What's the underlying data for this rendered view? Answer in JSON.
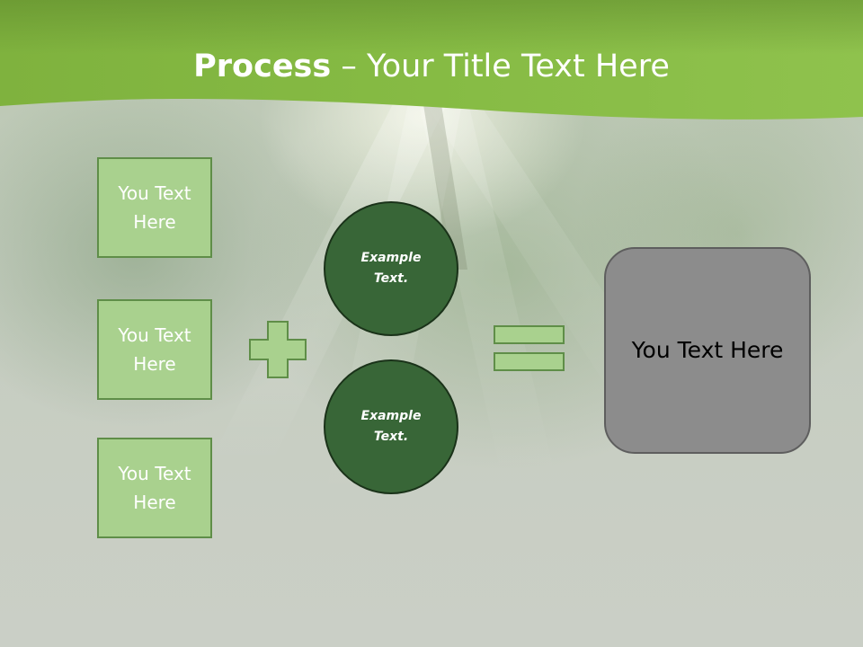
{
  "slide": {
    "title_bold": "Process",
    "title_rest": " – Your Title Text Here",
    "left_boxes": [
      {
        "text": "You Text Here"
      },
      {
        "text": "You Text Here"
      },
      {
        "text": "You Text Here"
      }
    ],
    "circles": [
      {
        "line1": "Example",
        "line2": "Text."
      },
      {
        "line1": "Example",
        "line2": "Text."
      }
    ],
    "result_text": "You Text Here"
  },
  "colors": {
    "header_green": "#8cc34a",
    "box_fill": "#a9d18e",
    "box_border": "#5f8e48",
    "circle_fill": "#386637",
    "result_fill": "#8c8c8c"
  },
  "icons": [
    "plus-icon",
    "equals-icon"
  ]
}
